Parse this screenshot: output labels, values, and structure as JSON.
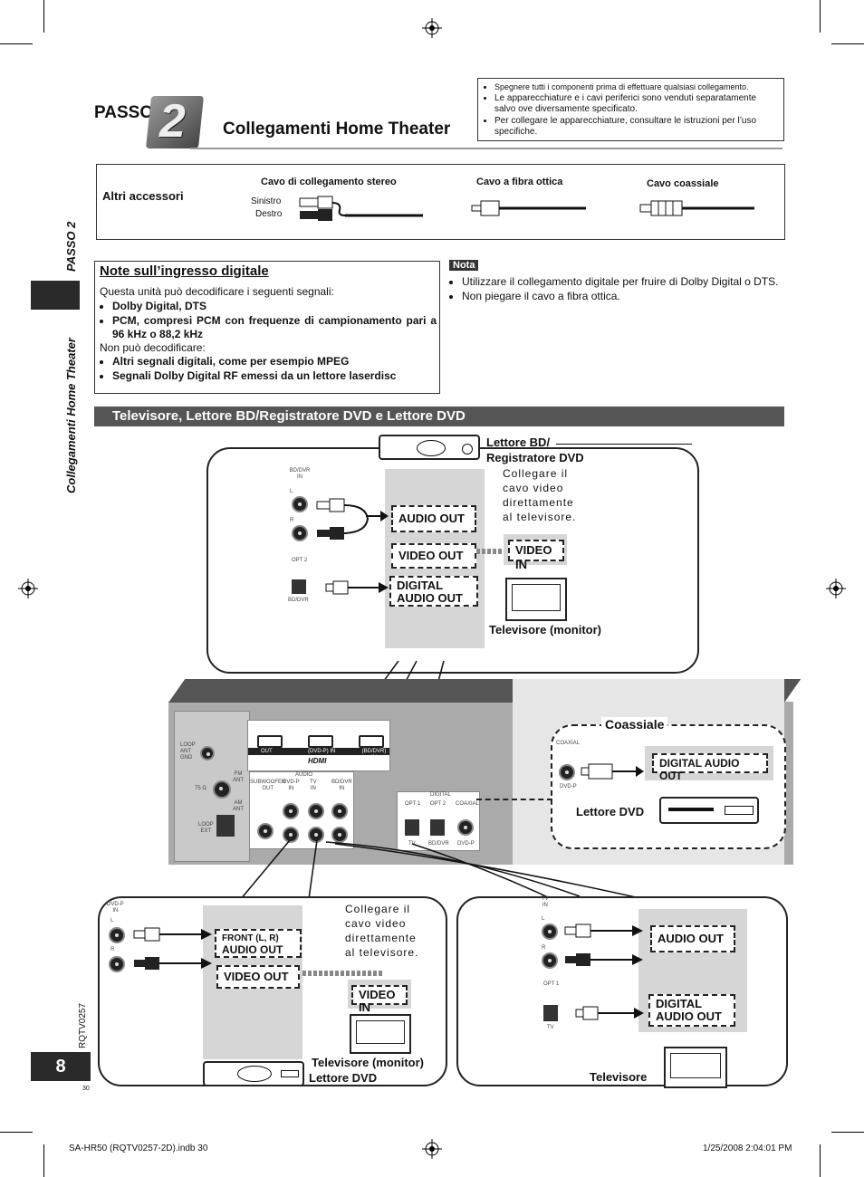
{
  "header": {
    "step_word": "PASSO",
    "step_number": "2",
    "title": "Collegamenti Home Theater"
  },
  "warnings": [
    "Spegnere tutti i componenti prima di effettuare qualsiasi collegamento.",
    "Le apparecchiature e i cavi periferici sono venduti separatamente salvo ove diversamente specificato.",
    "Per collegare le apparecchiature, consultare le istruzioni per l’uso specifiche."
  ],
  "accessories": {
    "label": "Altri accessori",
    "stereo_cable": "Cavo di collegamento stereo",
    "left": "Sinistro",
    "right": "Destro",
    "optical_cable": "Cavo a fibra ottica",
    "coaxial_cable": "Cavo coassiale"
  },
  "digital_note": {
    "title": "Note sull’ingresso digitale",
    "intro": "Questa unità può decodificare i seguenti segnali:",
    "can": [
      "Dolby Digital, DTS",
      "PCM, compresi PCM con frequenze di campionamento pari a 96 kHz o 88,2 kHz"
    ],
    "cannot_intro": "Non può decodificare:",
    "cannot": [
      "Altri segnali digitali, come per esempio MPEG",
      "Segnali Dolby Digital RF emessi da un lettore laserdisc"
    ]
  },
  "nota": {
    "label": "Nota",
    "items": [
      "Utilizzare il collegamento digitale per fruire di Dolby Digital o DTS.",
      "Non piegare il cavo a fibra ottica."
    ]
  },
  "sidebar": {
    "step": "PASSO 2",
    "section": "Collegamenti Home Theater",
    "code": "RQTV0257",
    "page": "8",
    "small_page": "30"
  },
  "section_bar": "Televisore, Lettore BD/Registratore DVD e Lettore DVD",
  "top_panel": {
    "device": "Lettore BD/\nRegistratore DVD",
    "instruction": "Collegare il cavo video direttamente al televisore.",
    "audio_out": "AUDIO OUT",
    "video_out": "VIDEO OUT",
    "digital_out": "DIGITAL AUDIO OUT",
    "video_in": "VIDEO IN",
    "tv": "Televisore (monitor)",
    "jack_label": "BD/DVR\nIN",
    "l": "L",
    "r": "R",
    "opt2": "OPT 2",
    "bddvr": "BD/DVR"
  },
  "coax_panel": {
    "title": "Coassiale",
    "coaxial": "COAXIAL",
    "dvdp": "DVD-P",
    "digital_out": "DIGITAL AUDIO OUT",
    "device": "Lettore DVD"
  },
  "unit": {
    "loop_ant": "LOOP\nANT\nGND",
    "fm_ant": "FM\nANT",
    "ohm": "75 Ω",
    "am_ant": "AM\nANT",
    "loop_ext": "LOOP\nEXT",
    "hdmi_out": "OUT",
    "hdmi_dvdp": "(DVD-P) IN",
    "hdmi_bddvr": "(BD/DVR) IN",
    "hdmi_logo": "HDMI",
    "audio": "AUDIO",
    "sub": "SUBWOOFER\nOUT",
    "dvdp_in": "DVD-P\nIN",
    "tv_in": "TV\nIN",
    "bddvr_in": "BD/DVR\nIN",
    "digital": "DIGITAL",
    "opt1": "OPT 1",
    "opt2": "OPT 2",
    "coaxial": "COAXIAL",
    "tv": "TV",
    "bddvr": "BD/DVR",
    "dvdp": "DVD-P"
  },
  "bottom_left": {
    "jack_label": "DVD-P\nIN",
    "l": "L",
    "r": "R",
    "instruction": "Collegare il cavo video direttamente al televisore.",
    "front": "FRONT (L, R)",
    "audio_out": "AUDIO OUT",
    "video_out": "VIDEO OUT",
    "video_in": "VIDEO IN",
    "tv": "Televisore (monitor)",
    "device": "Lettore DVD"
  },
  "bottom_right": {
    "jack_label": "TV\nIN",
    "l": "L",
    "r": "R",
    "opt1": "OPT 1",
    "tv_small": "TV",
    "audio_out": "AUDIO OUT",
    "digital_out": "DIGITAL AUDIO OUT",
    "device": "Televisore"
  },
  "footer": {
    "file": "SA-HR50 (RQTV0257-2D).indb   30",
    "date": "1/25/2008   2:04:01 PM"
  }
}
